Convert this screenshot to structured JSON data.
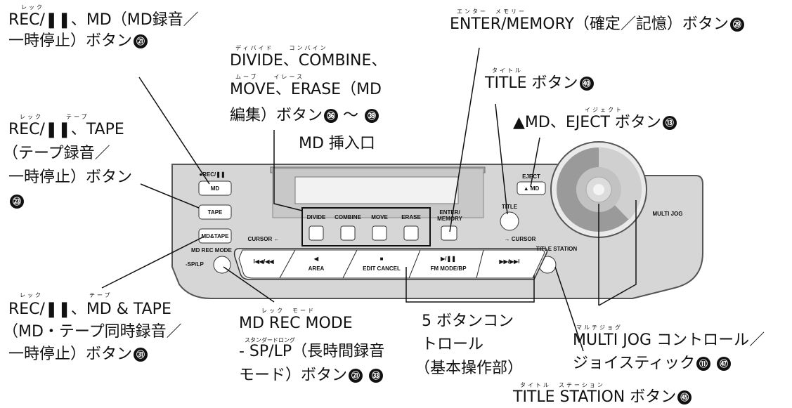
{
  "labels": {
    "rec_md": {
      "ruby": "レック",
      "line1": "REC/❚❚、MD（MD録音／",
      "line2": "一時停止）ボタン",
      "nums": [
        "㉑"
      ]
    },
    "divide": {
      "ruby1": "ディバイド　　コンバイン",
      "line1": "DIVIDE、COMBINE、",
      "ruby2": "ムーブ　　イレース",
      "line2": "MOVE、ERASE（MD",
      "line3": "編集）ボタン",
      "range": "～",
      "nums": [
        "㊱",
        "㊴"
      ]
    },
    "enter": {
      "ruby": "エンター　メモリー",
      "line1": "ENTER/MEMORY（確定／記憶）ボタン",
      "nums": [
        "㉙"
      ]
    },
    "title": {
      "ruby": "タイトル",
      "line1": "TITLE ボタン",
      "nums": [
        "㊵"
      ]
    },
    "eject": {
      "ruby": "イジェクト",
      "line1": "▲MD、EJECT ボタン",
      "nums": [
        "⑬"
      ]
    },
    "rec_tape": {
      "ruby": "レック　　　テープ",
      "line1": "REC/❚❚、TAPE",
      "line2": "（テープ録音／",
      "line3": "一時停止）ボタン",
      "nums": [
        "㉓"
      ]
    },
    "slot": {
      "text": "MD 挿入口"
    },
    "rec_mdtape": {
      "ruby": "レック　　　　　　テープ",
      "line1": "REC/❚❚、MD & TAPE",
      "line2": "（MD・テープ同時録音／",
      "line3": "一時停止）ボタン",
      "nums": [
        "㉛"
      ]
    },
    "recmode": {
      "ruby1": "レック　モード",
      "line1": "MD REC MODE",
      "ruby2": "スタンダードロング",
      "line2": "- SP/LP（長時間録音",
      "line3": "モード）ボタン",
      "nums": [
        "㉑",
        "㉝"
      ]
    },
    "five": {
      "line1": "5 ボタンコン",
      "line2": "トロール",
      "line3": "（基本操作部）"
    },
    "jog": {
      "ruby": "マルチジョグ",
      "line1": "MULTI JOG コントロール／",
      "line2": "ジョイスティック",
      "nums": [
        "⑪",
        "㊼"
      ]
    },
    "station": {
      "ruby": "タイトル　ステーション",
      "line1": "TITLE STATION ボタン",
      "nums": [
        "㊺"
      ]
    }
  },
  "device": {
    "rec_header": "●REC/❚❚",
    "btn_md": "MD",
    "btn_tape": "TAPE",
    "btn_mdtape": "MD&TAPE",
    "md_rec_mode": "MD REC MODE",
    "sp_lp": "-SP/LP",
    "edit_buttons": [
      "DIVIDE",
      "COMBINE",
      "MOVE",
      "ERASE"
    ],
    "enter_memory": "ENTER/\nMEMORY",
    "title": "TITLE",
    "eject": "EJECT",
    "eject_btn": "▲ MD",
    "multi_jog": "MULTI JOG",
    "cursor_left": "CURSOR ←",
    "cursor_right": "→ CURSOR",
    "title_station": "TITLE STATION",
    "five": {
      "prev": "I◀◀/◀◀",
      "area_sym": "◀",
      "area": "AREA",
      "stop_sym": "■",
      "edit_cancel": "EDIT CANCEL",
      "play_sym": "▶/❚❚",
      "fm_mode": "FM MODE/BP",
      "next": "▶▶/▶▶I"
    }
  }
}
